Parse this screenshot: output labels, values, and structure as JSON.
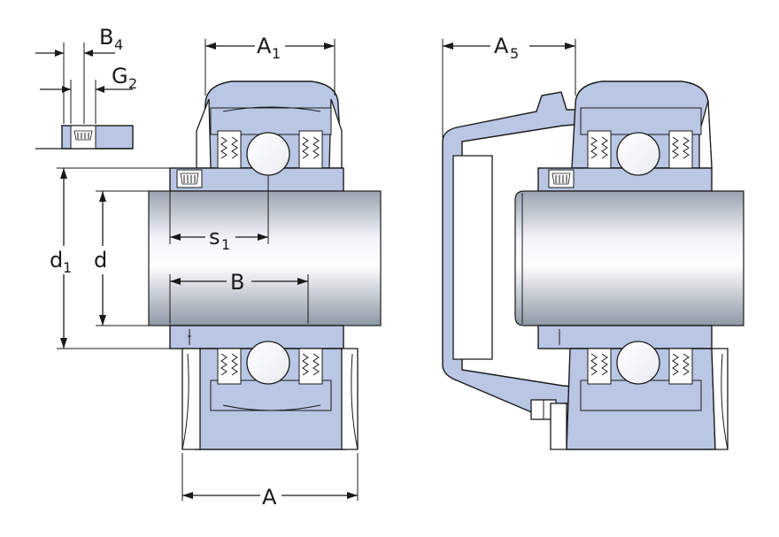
{
  "labels": {
    "B": "B",
    "sub4": "4",
    "G": "G",
    "sub2": "2",
    "A": "A",
    "sub1": "1",
    "sub5": "5",
    "s": "s",
    "d": "d"
  },
  "colors": {
    "housing_fill": "#b9c6e4",
    "shaft_light": "#f2f4f8",
    "shaft_dark": "#8e98a6",
    "line": "#1a1a1a"
  }
}
